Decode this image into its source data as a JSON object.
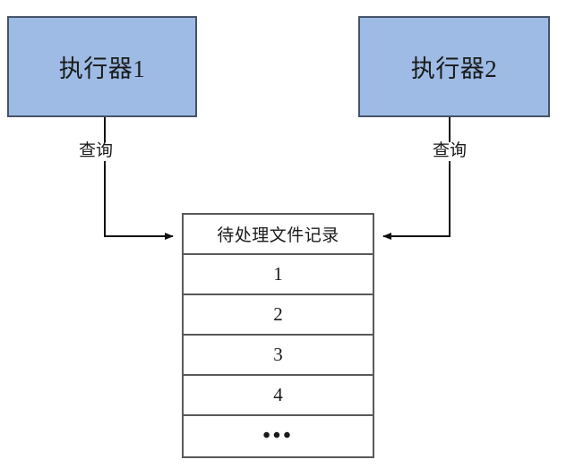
{
  "diagram": {
    "type": "flow-diagram",
    "background_color": "#FFFFFF",
    "executors": [
      {
        "id": "executor-1",
        "label": "执行器1",
        "fill_color": "#9DBBE4",
        "border_color": "#44546A"
      },
      {
        "id": "executor-2",
        "label": "执行器2",
        "fill_color": "#9DBBE4",
        "border_color": "#44546A"
      }
    ],
    "edges": [
      {
        "id": "edge-executor-1-to-table",
        "label": "查询",
        "from": "执行器1",
        "to": "待处理文件记录",
        "arrow": "right"
      },
      {
        "id": "edge-executor-2-to-table",
        "label": "查询",
        "from": "执行器2",
        "to": "待处理文件记录",
        "arrow": "left"
      }
    ],
    "table": {
      "id": "records-table",
      "header": "待处理文件记录",
      "border_color": "#595959",
      "rows": [
        {
          "value": "1"
        },
        {
          "value": "2"
        },
        {
          "value": "3"
        },
        {
          "value": "4"
        },
        {
          "value": "•••"
        }
      ]
    }
  }
}
